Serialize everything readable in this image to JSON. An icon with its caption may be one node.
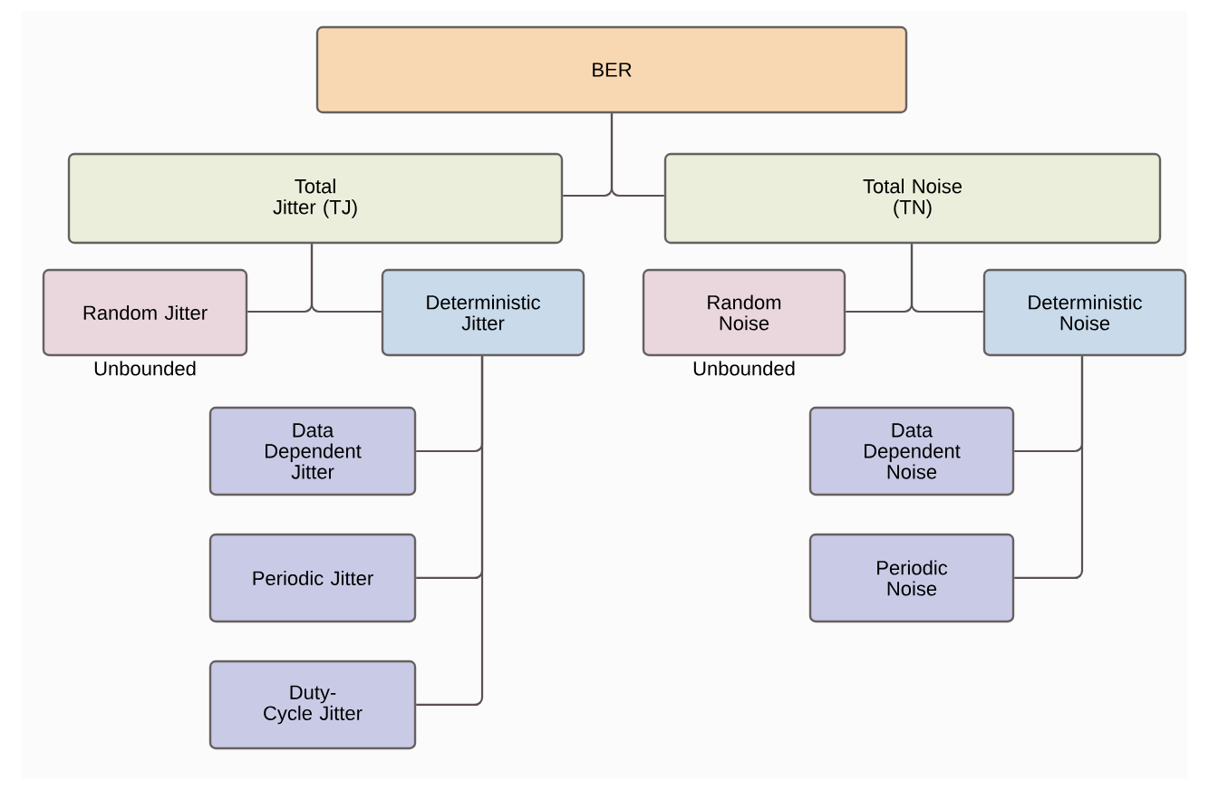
{
  "diagram": {
    "nodes": [
      {
        "text": [
          "BER"
        ]
      },
      {
        "text": [
          "Total Jitter (TJ)"
        ]
      },
      {
        "text": [
          "Total Noise (TN)"
        ]
      },
      {
        "text": [
          "Random Jitter"
        ],
        "beside": [
          "Unbounded"
        ]
      },
      {
        "text": [
          "Deterministic Jitter"
        ]
      },
      {
        "text": [
          "Random Noise"
        ],
        "beside": [
          "Unbounded"
        ]
      },
      {
        "text": [
          "Deterministic Noise"
        ]
      },
      {
        "text": [
          "Data Dependent Jitter"
        ]
      },
      {
        "text": [
          "Periodic Jitter"
        ]
      },
      {
        "text": [
          "Duty-Cycle Jitter"
        ]
      },
      {
        "text": [
          "Data Dependent Noise"
        ]
      },
      {
        "text": [
          "Periodic Noise"
        ]
      }
    ],
    "edges": [
      {
        "from": 0,
        "to": 1,
        "arrow": "none"
      },
      {
        "from": 0,
        "to": 2,
        "arrow": "none"
      },
      {
        "from": 1,
        "to": 3,
        "arrow": "none"
      },
      {
        "from": 1,
        "to": 4,
        "arrow": "none"
      },
      {
        "from": 2,
        "to": 5,
        "arrow": "none"
      },
      {
        "from": 2,
        "to": 6,
        "arrow": "none"
      },
      {
        "from": 4,
        "to": 7,
        "arrow": "none"
      },
      {
        "from": 4,
        "to": 8,
        "arrow": "none"
      },
      {
        "from": 4,
        "to": 9,
        "arrow": "none"
      },
      {
        "from": 6,
        "to": 10,
        "arrow": "none"
      },
      {
        "from": 6,
        "to": 11,
        "arrow": "none"
      }
    ]
  }
}
